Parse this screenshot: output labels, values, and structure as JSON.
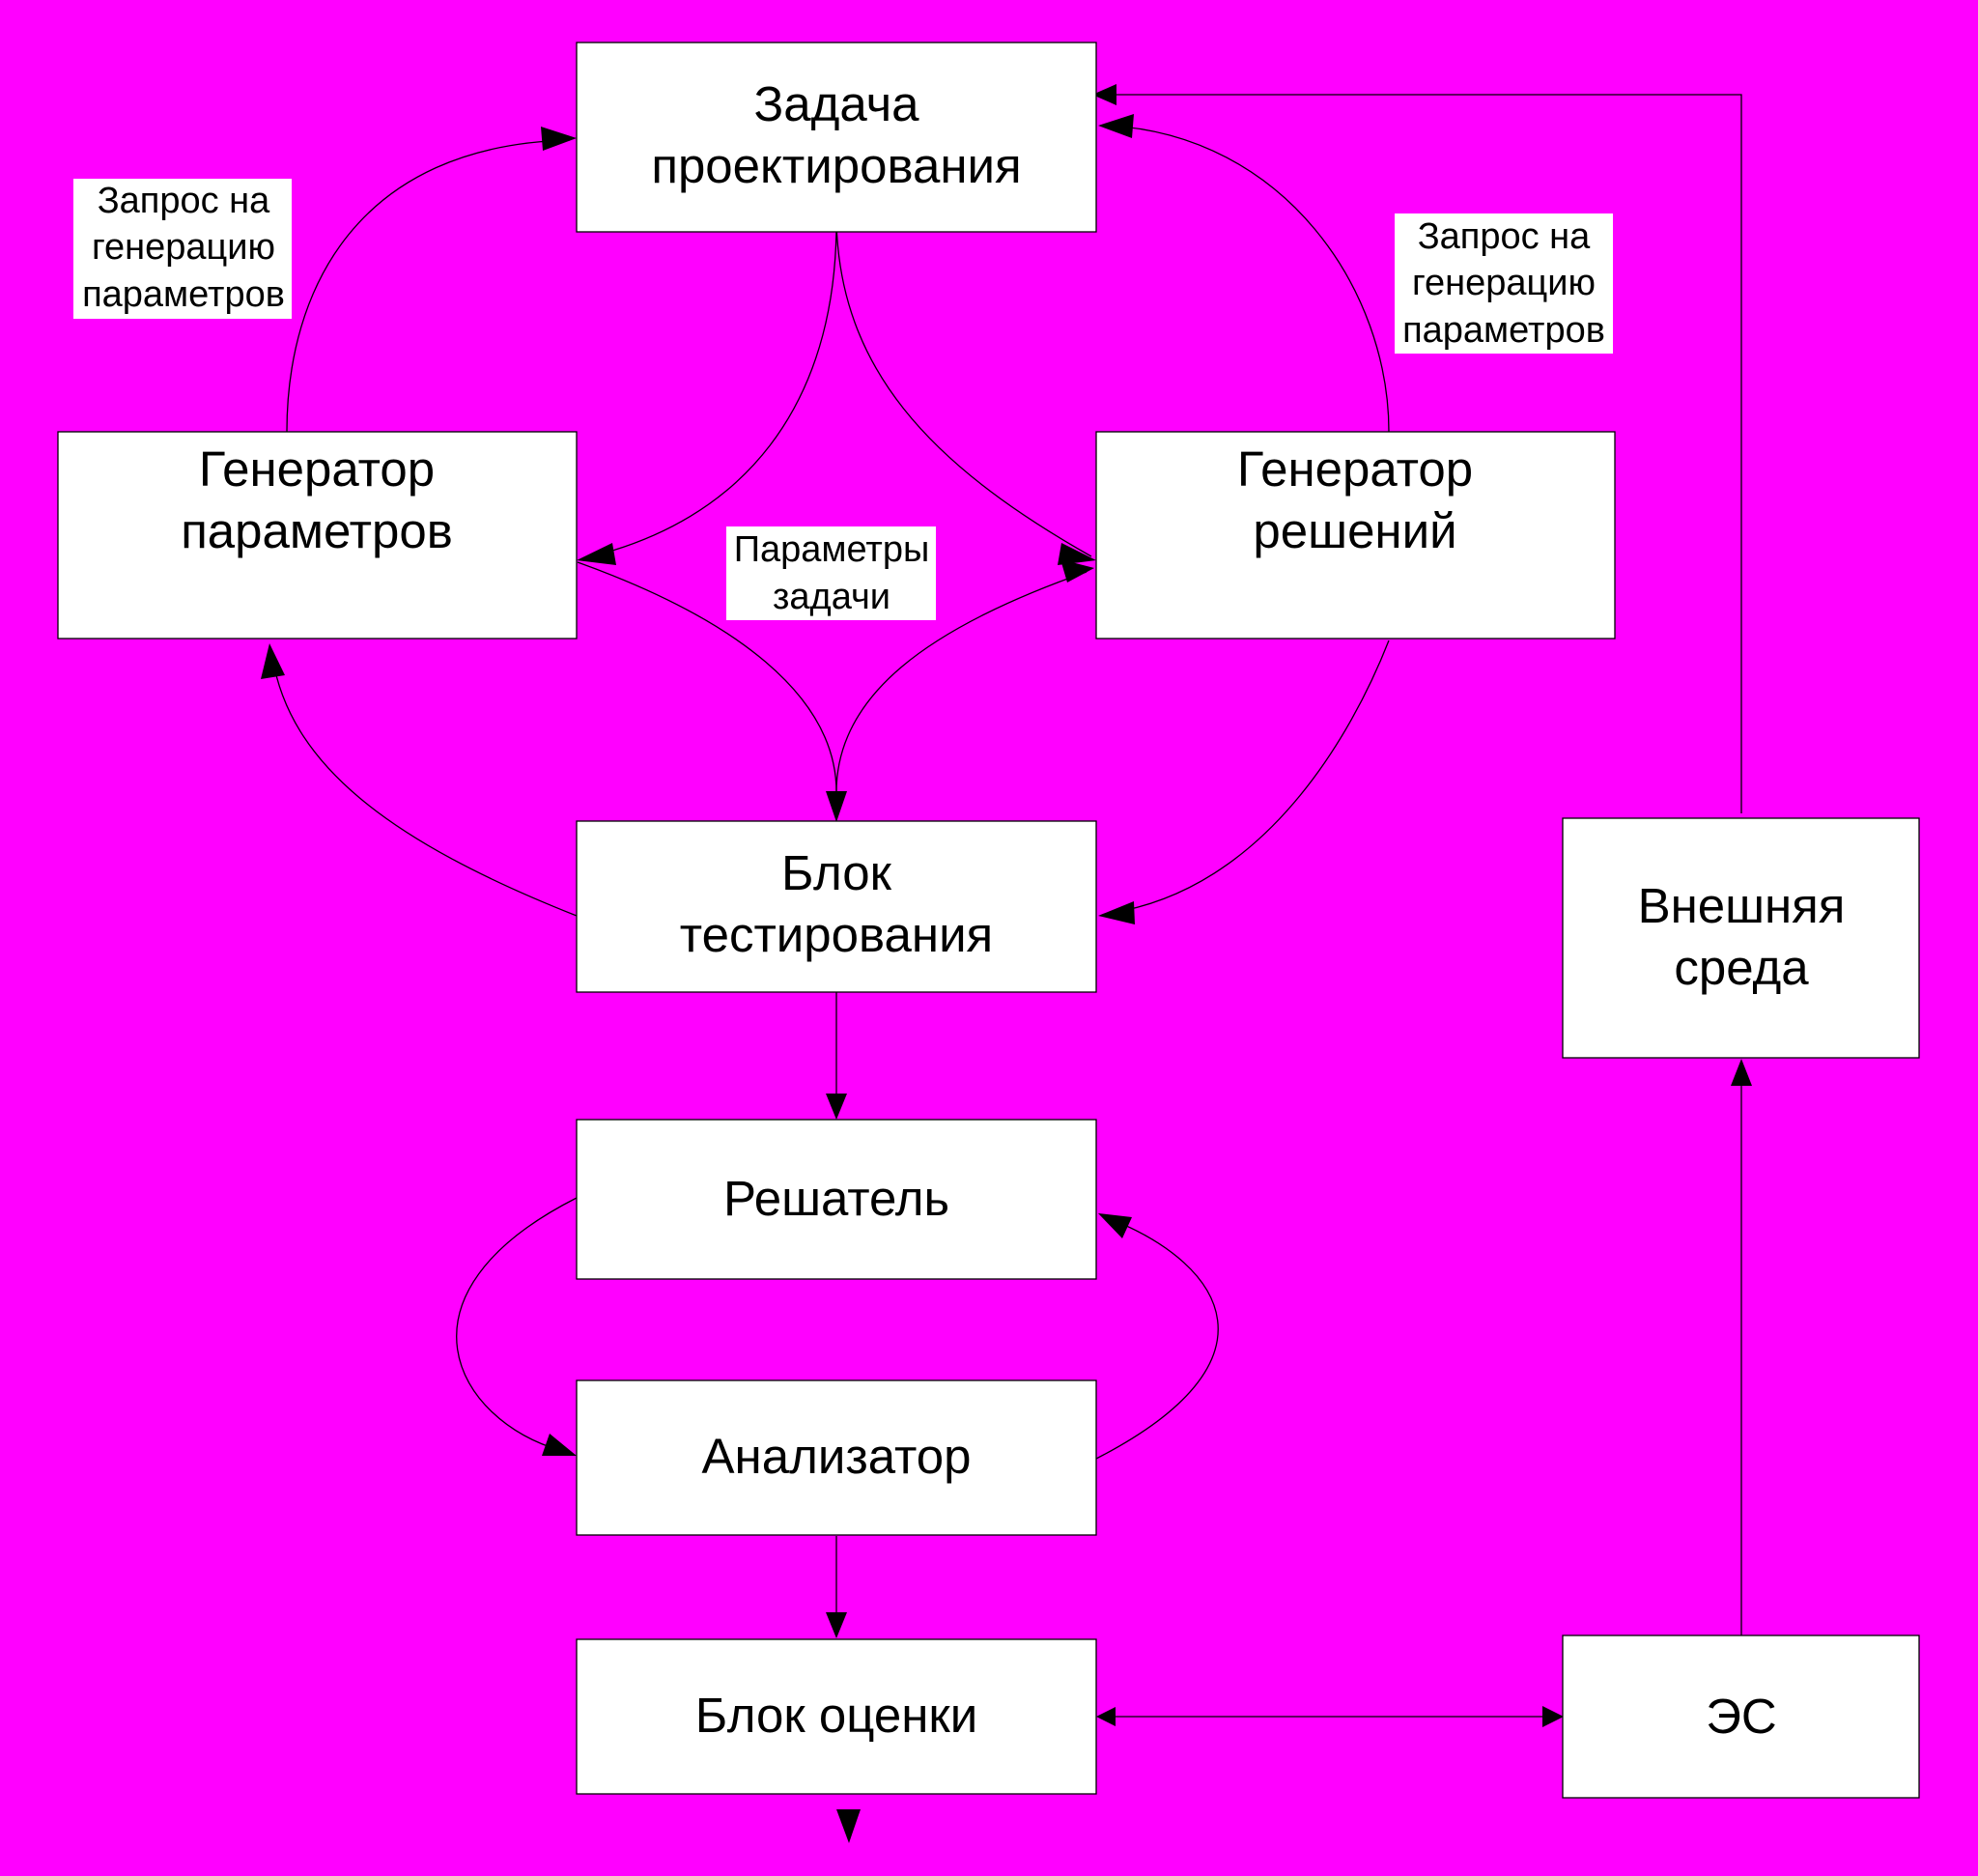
{
  "colors": {
    "background": "#ff00ff",
    "box_fill": "#ffffff",
    "line": "#000000"
  },
  "nodes": {
    "task": [
      "Задача",
      "проектирования"
    ],
    "param_gen": [
      "Генератор",
      "параметров"
    ],
    "solution_gen": [
      "Генератор",
      "решений"
    ],
    "test_block": [
      "Блок",
      "тестирования"
    ],
    "solver": [
      "Решатель"
    ],
    "analyzer": [
      "Анализатор"
    ],
    "eval_block": [
      "Блок оценки"
    ],
    "environment": [
      "Внешняя",
      "среда"
    ],
    "es": [
      "ЭС"
    ]
  },
  "labels": {
    "request_left": [
      "Запрос на",
      "генерацию",
      "параметров"
    ],
    "request_right": [
      "Запрос на",
      "генерацию",
      "параметров"
    ],
    "task_params": [
      "Параметры",
      "задачи"
    ]
  }
}
